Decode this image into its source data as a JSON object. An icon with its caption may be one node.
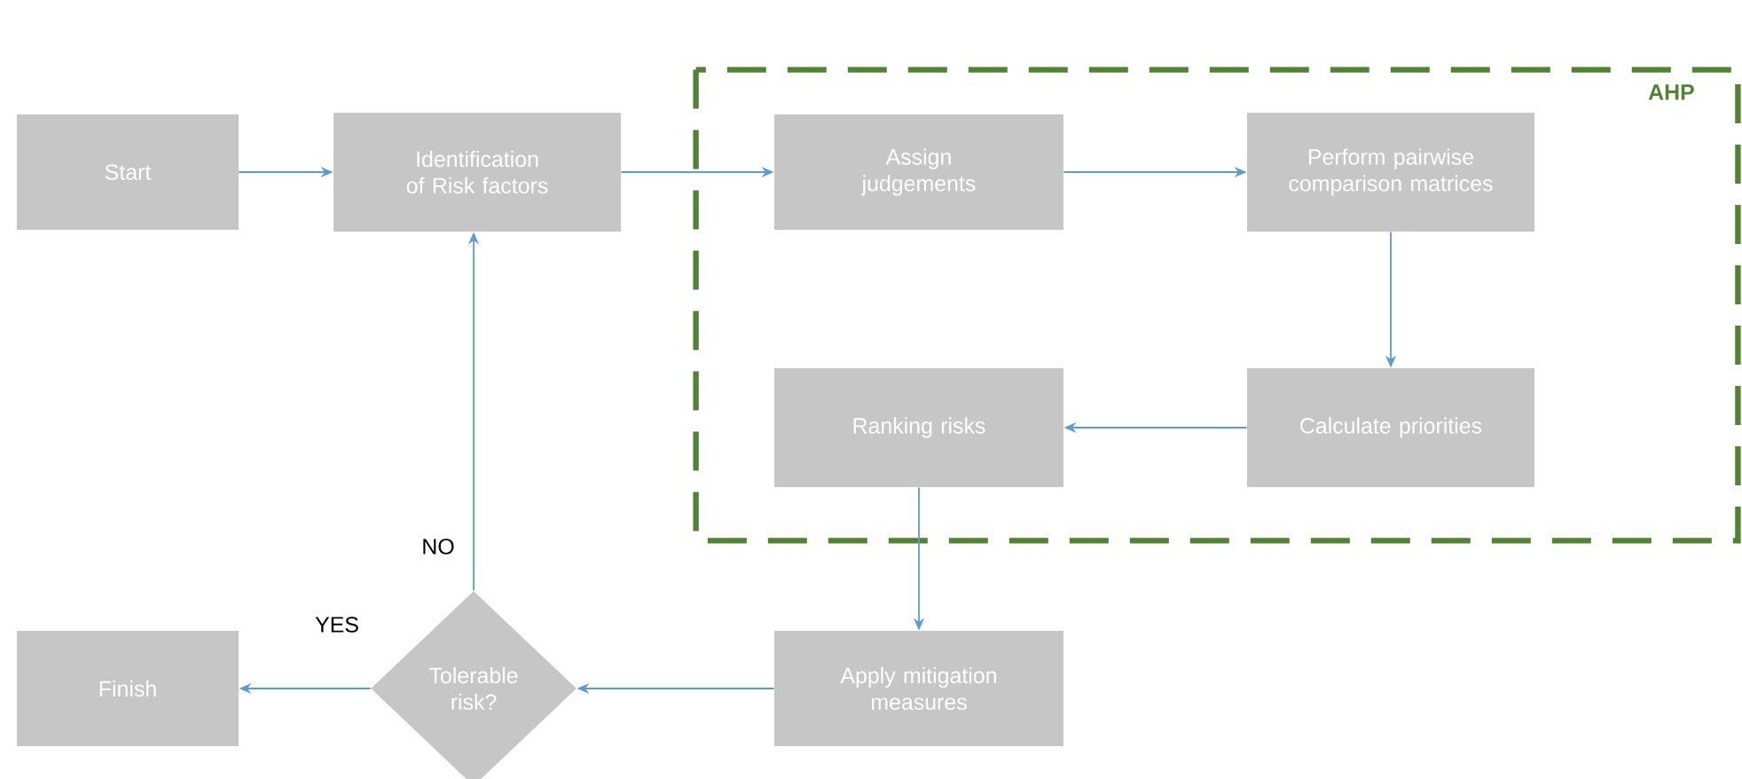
{
  "diagram": {
    "nodes": [
      {
        "text": [
          "Start"
        ]
      },
      {
        "text": [
          "Identification of Risk factors"
        ]
      },
      {
        "text": [
          "AHP"
        ]
      },
      {
        "text": [
          "Assign judgements"
        ],
        "in": 2
      },
      {
        "text": [
          "Perform pairwise comparison matrices"
        ],
        "in": 2
      },
      {
        "text": [
          "Calculate priorities"
        ],
        "in": 2
      },
      {
        "text": [
          "Ranking risks"
        ],
        "in": 2
      },
      {
        "text": [
          "Apply mitigation measures"
        ]
      },
      {
        "text": [
          "Tolerable risk?"
        ]
      },
      {
        "text": [
          "Finish"
        ]
      }
    ],
    "edges": [
      {
        "from": 0,
        "to": 1,
        "arrow": "to"
      },
      {
        "from": 1,
        "to": 3,
        "arrow": "to"
      },
      {
        "from": 3,
        "to": 4,
        "arrow": "to"
      },
      {
        "from": 4,
        "to": 5,
        "arrow": "to"
      },
      {
        "from": 5,
        "to": 6,
        "arrow": "to"
      },
      {
        "from": 6,
        "to": 7,
        "arrow": "to"
      },
      {
        "from": 7,
        "to": 8,
        "arrow": "to"
      },
      {
        "from": 8,
        "to": 9,
        "arrow": "to",
        "label": "YES"
      },
      {
        "from": 8,
        "to": 1,
        "arrow": "to",
        "label": "NO"
      }
    ]
  }
}
